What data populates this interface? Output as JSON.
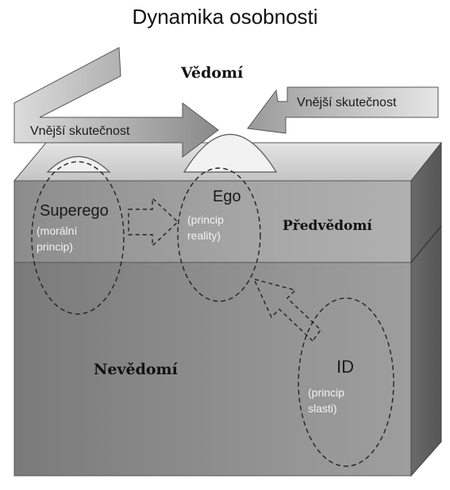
{
  "title": "Dynamika osobnosti",
  "levels": {
    "conscious": "Vědomí",
    "preconscious": "Předvědomí",
    "unconscious": "Nevědomí"
  },
  "external_reality": {
    "left_label": "Vnější skutečnost",
    "right_label": "Vnější skutečnost"
  },
  "superego": {
    "name": "Superego",
    "desc_line1": "(morální",
    "desc_line2": "princip)"
  },
  "ego": {
    "name": "Ego",
    "desc_line1": "(princip",
    "desc_line2": "reality)"
  },
  "id": {
    "name": "ID",
    "desc_line1": "(princip",
    "desc_line2": "slasti)"
  }
}
